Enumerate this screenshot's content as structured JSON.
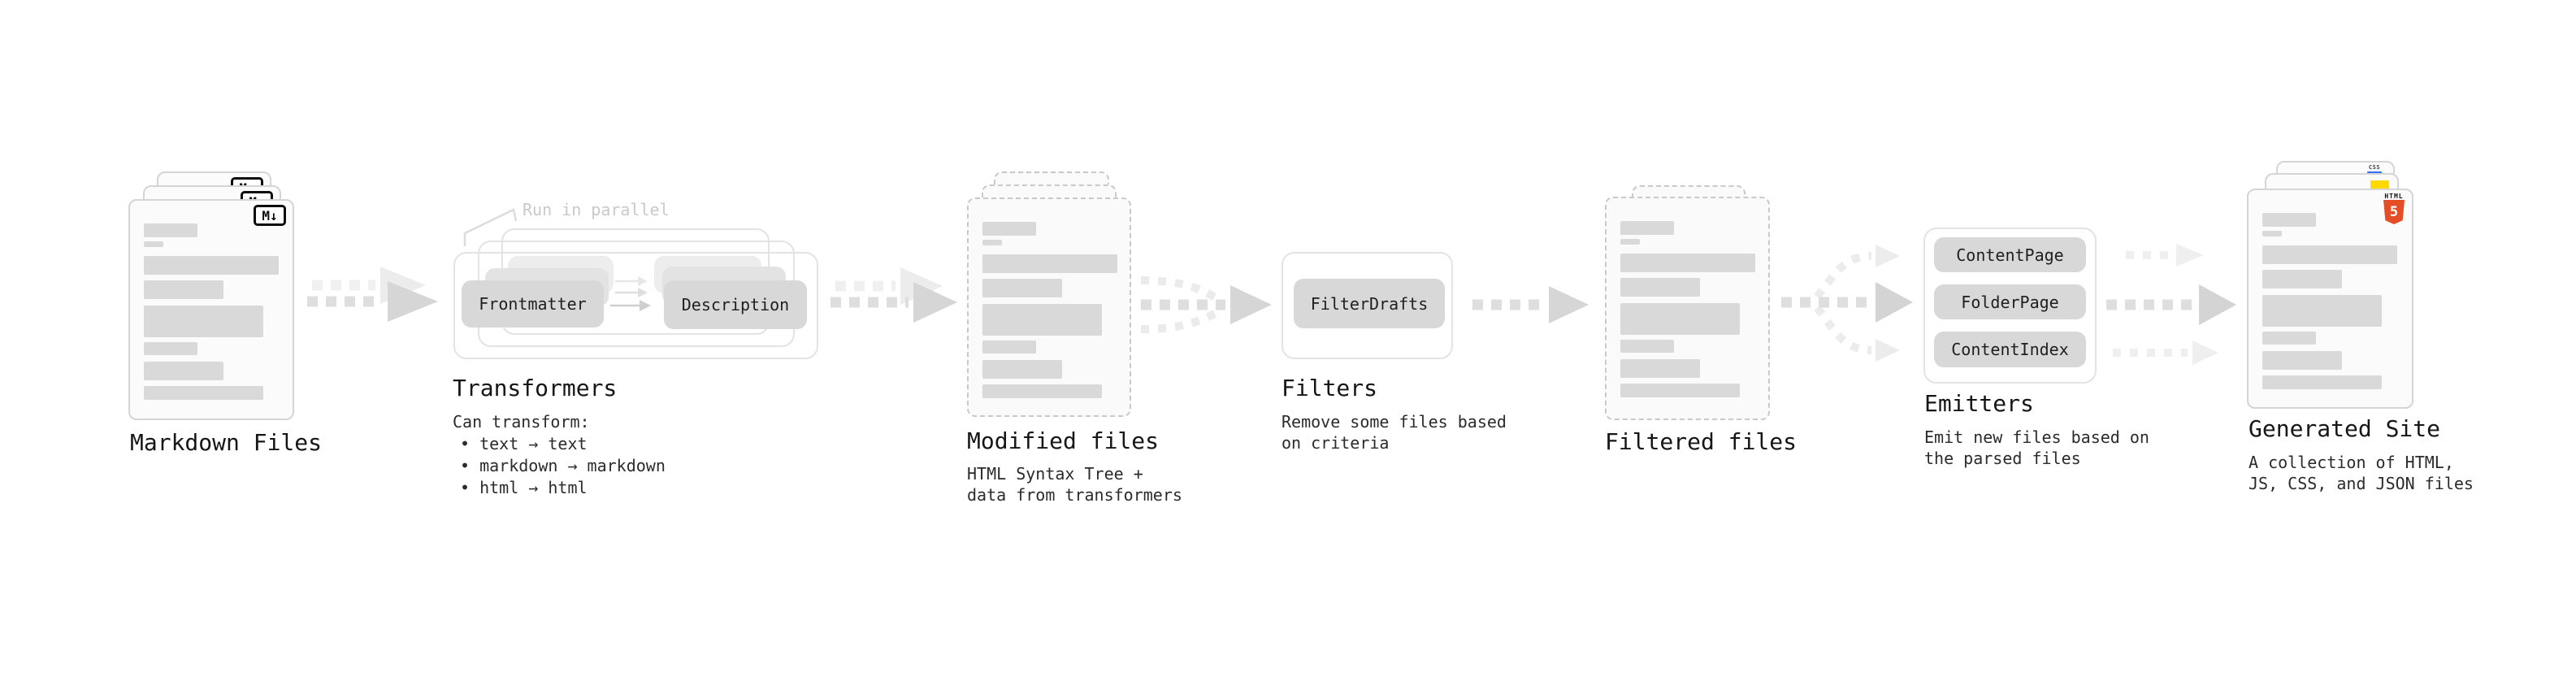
{
  "diagram": {
    "markdown": {
      "label": "Markdown Files",
      "icon_text": "M↓"
    },
    "transformers": {
      "heading": "Transformers",
      "annotation": "Run in parallel",
      "left_chip": "Frontmatter",
      "right_chip": "Description",
      "intro": "Can transform:",
      "bullets": [
        "• text → text",
        "• markdown → markdown",
        "• html → html"
      ]
    },
    "modified": {
      "heading": "Modified files",
      "sub": "HTML Syntax Tree +\ndata from transformers"
    },
    "filters": {
      "heading": "Filters",
      "chip": "FilterDrafts",
      "sub": "Remove some files based\non criteria"
    },
    "filtered": {
      "heading": "Filtered files"
    },
    "emitters": {
      "heading": "Emitters",
      "chips": [
        "ContentPage",
        "FolderPage",
        "ContentIndex"
      ],
      "sub": "Emit new files based on\nthe parsed files"
    },
    "generated": {
      "heading": "Generated Site",
      "sub": "A collection of HTML,\nJS, CSS, and JSON files",
      "css_badge": "CSS",
      "html_badge_label": "HTML",
      "html_badge_number": "5"
    },
    "colors": {
      "html5_orange": "#e44d26",
      "js_yellow": "#ffd900",
      "css_blue": "#2d6ff2",
      "chip_gray": "#d8d8d8"
    }
  }
}
